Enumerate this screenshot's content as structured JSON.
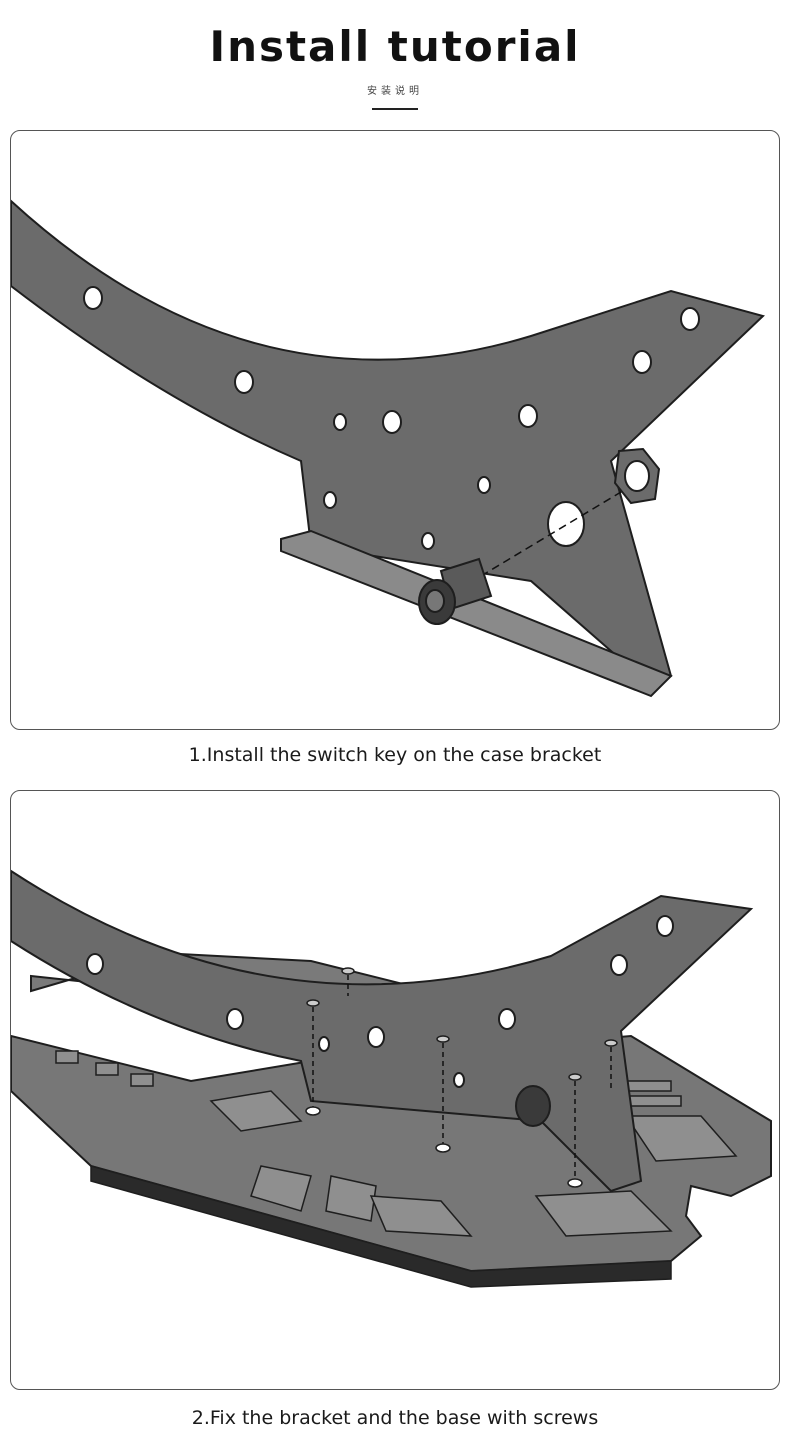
{
  "header": {
    "title": "Install tutorial",
    "subtitle": "安装说明"
  },
  "steps": [
    {
      "caption": "1.Install the switch key on the case bracket"
    },
    {
      "caption": "2.Fix the bracket and the base with screws"
    }
  ],
  "colors": {
    "plate": "#6b6b6b",
    "plate_edge": "#1e1e1e",
    "plate_light": "#8a8a8a",
    "frame": "#555555"
  }
}
